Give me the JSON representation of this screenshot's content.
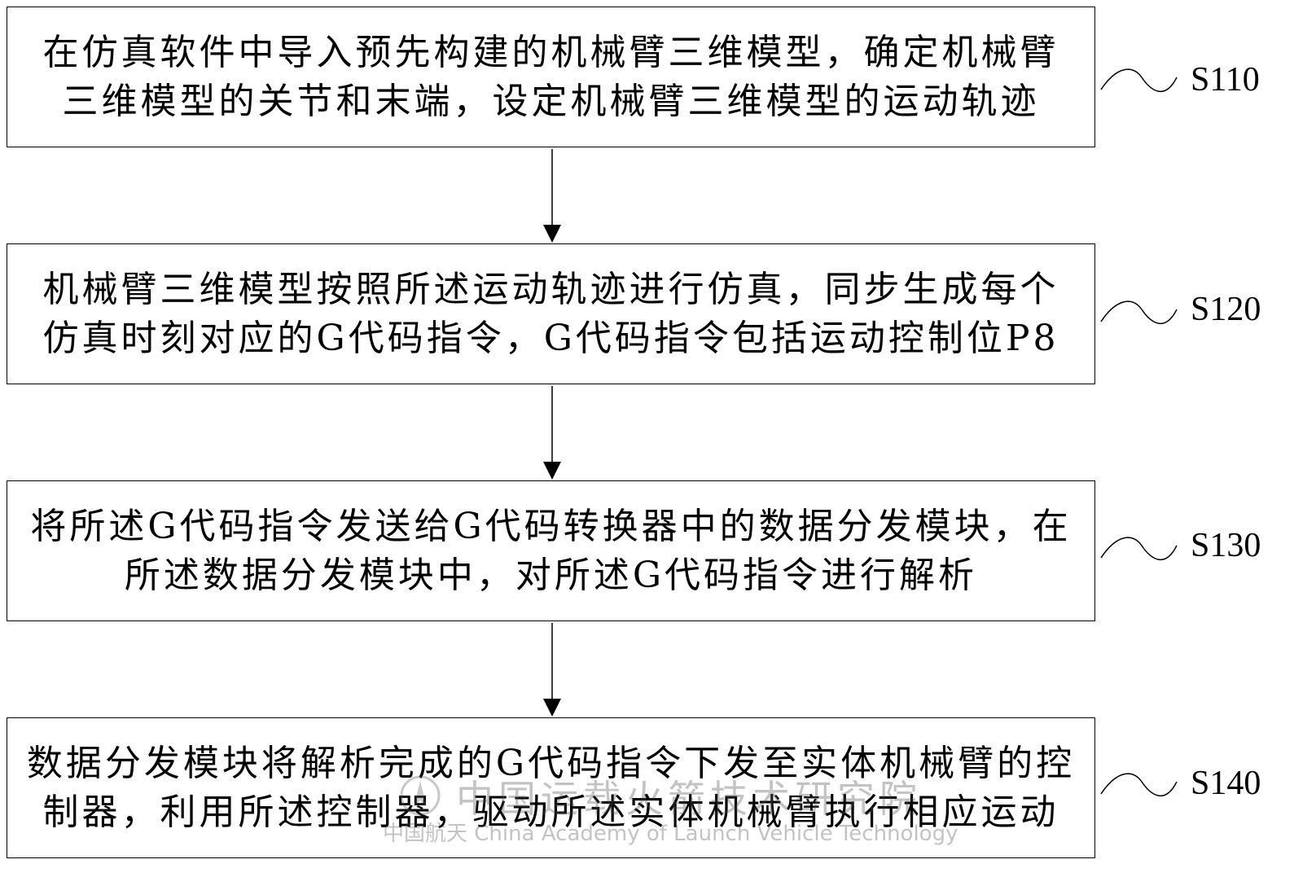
{
  "steps": [
    {
      "id": "S110",
      "text": "在仿真软件中导入预先构建的机械臂三维模型，确定机械臂\n三维模型的关节和末端，设定机械臂三维模型的运动轨迹"
    },
    {
      "id": "S120",
      "text": "机械臂三维模型按照所述运动轨迹进行仿真，同步生成每个\n仿真时刻对应的G代码指令，G代码指令包括运动控制位P8"
    },
    {
      "id": "S130",
      "text": "将所述G代码指令发送给G代码转换器中的数据分发模块，在\n所述数据分发模块中，对所述G代码指令进行解析"
    },
    {
      "id": "S140",
      "text": "数据分发模块将解析完成的G代码指令下发至实体机械臂的控\n制器，利用所述控制器，驱动所述实体机械臂执行相应运动"
    }
  ],
  "watermark": {
    "line1": "中国运载火箭技术研究院",
    "line2_cn": "中国航天",
    "line2_en": "China Academy of Launch Vehicle Technology"
  }
}
